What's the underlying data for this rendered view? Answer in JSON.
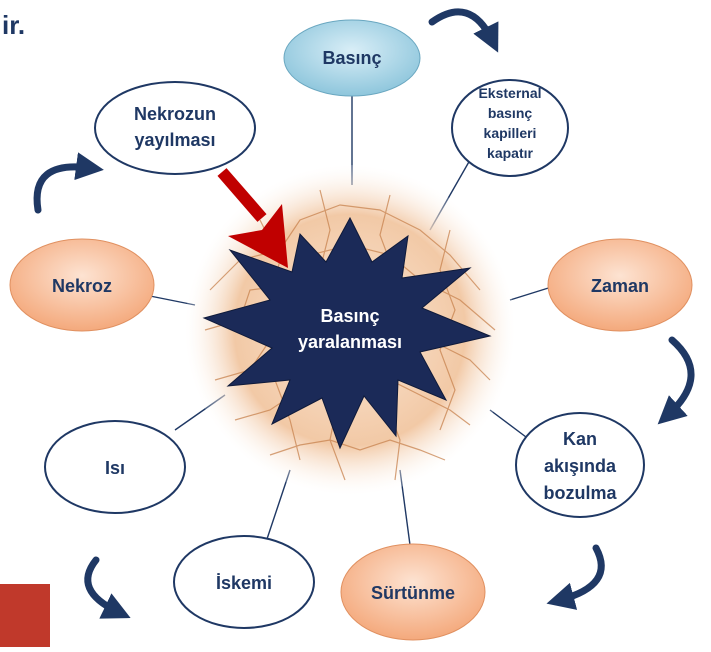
{
  "header_fragment": "ir.",
  "center": {
    "lines": [
      "Basınç",
      "yaralanması"
    ]
  },
  "nodes": {
    "basinc": {
      "lines": [
        "Basınç"
      ]
    },
    "eksternal": {
      "lines": [
        "Eksternal",
        "basınç",
        "kapilleri",
        "kapatır"
      ]
    },
    "zaman": {
      "lines": [
        "Zaman"
      ]
    },
    "kan": {
      "lines": [
        "Kan",
        "akışında",
        "bozulma"
      ]
    },
    "surtunme": {
      "lines": [
        "Sürtünme"
      ]
    },
    "iskemi": {
      "lines": [
        "İskemi"
      ]
    },
    "isi": {
      "lines": [
        "Isı"
      ]
    },
    "nekroz": {
      "lines": [
        "Nekroz"
      ]
    },
    "nekrozun": {
      "lines": [
        "Nekrozun",
        "yayılması"
      ]
    }
  },
  "colors": {
    "text": "#1f3864",
    "outline": "#1f3864",
    "blue_fill": "#9dcde0",
    "orange_fill": "#f7b78f",
    "white_fill": "#ffffff",
    "star_fill": "#1b2a58",
    "red_arrow": "#c00000",
    "sphere": "#f2c9a6",
    "corner_block": "#c0392b"
  }
}
